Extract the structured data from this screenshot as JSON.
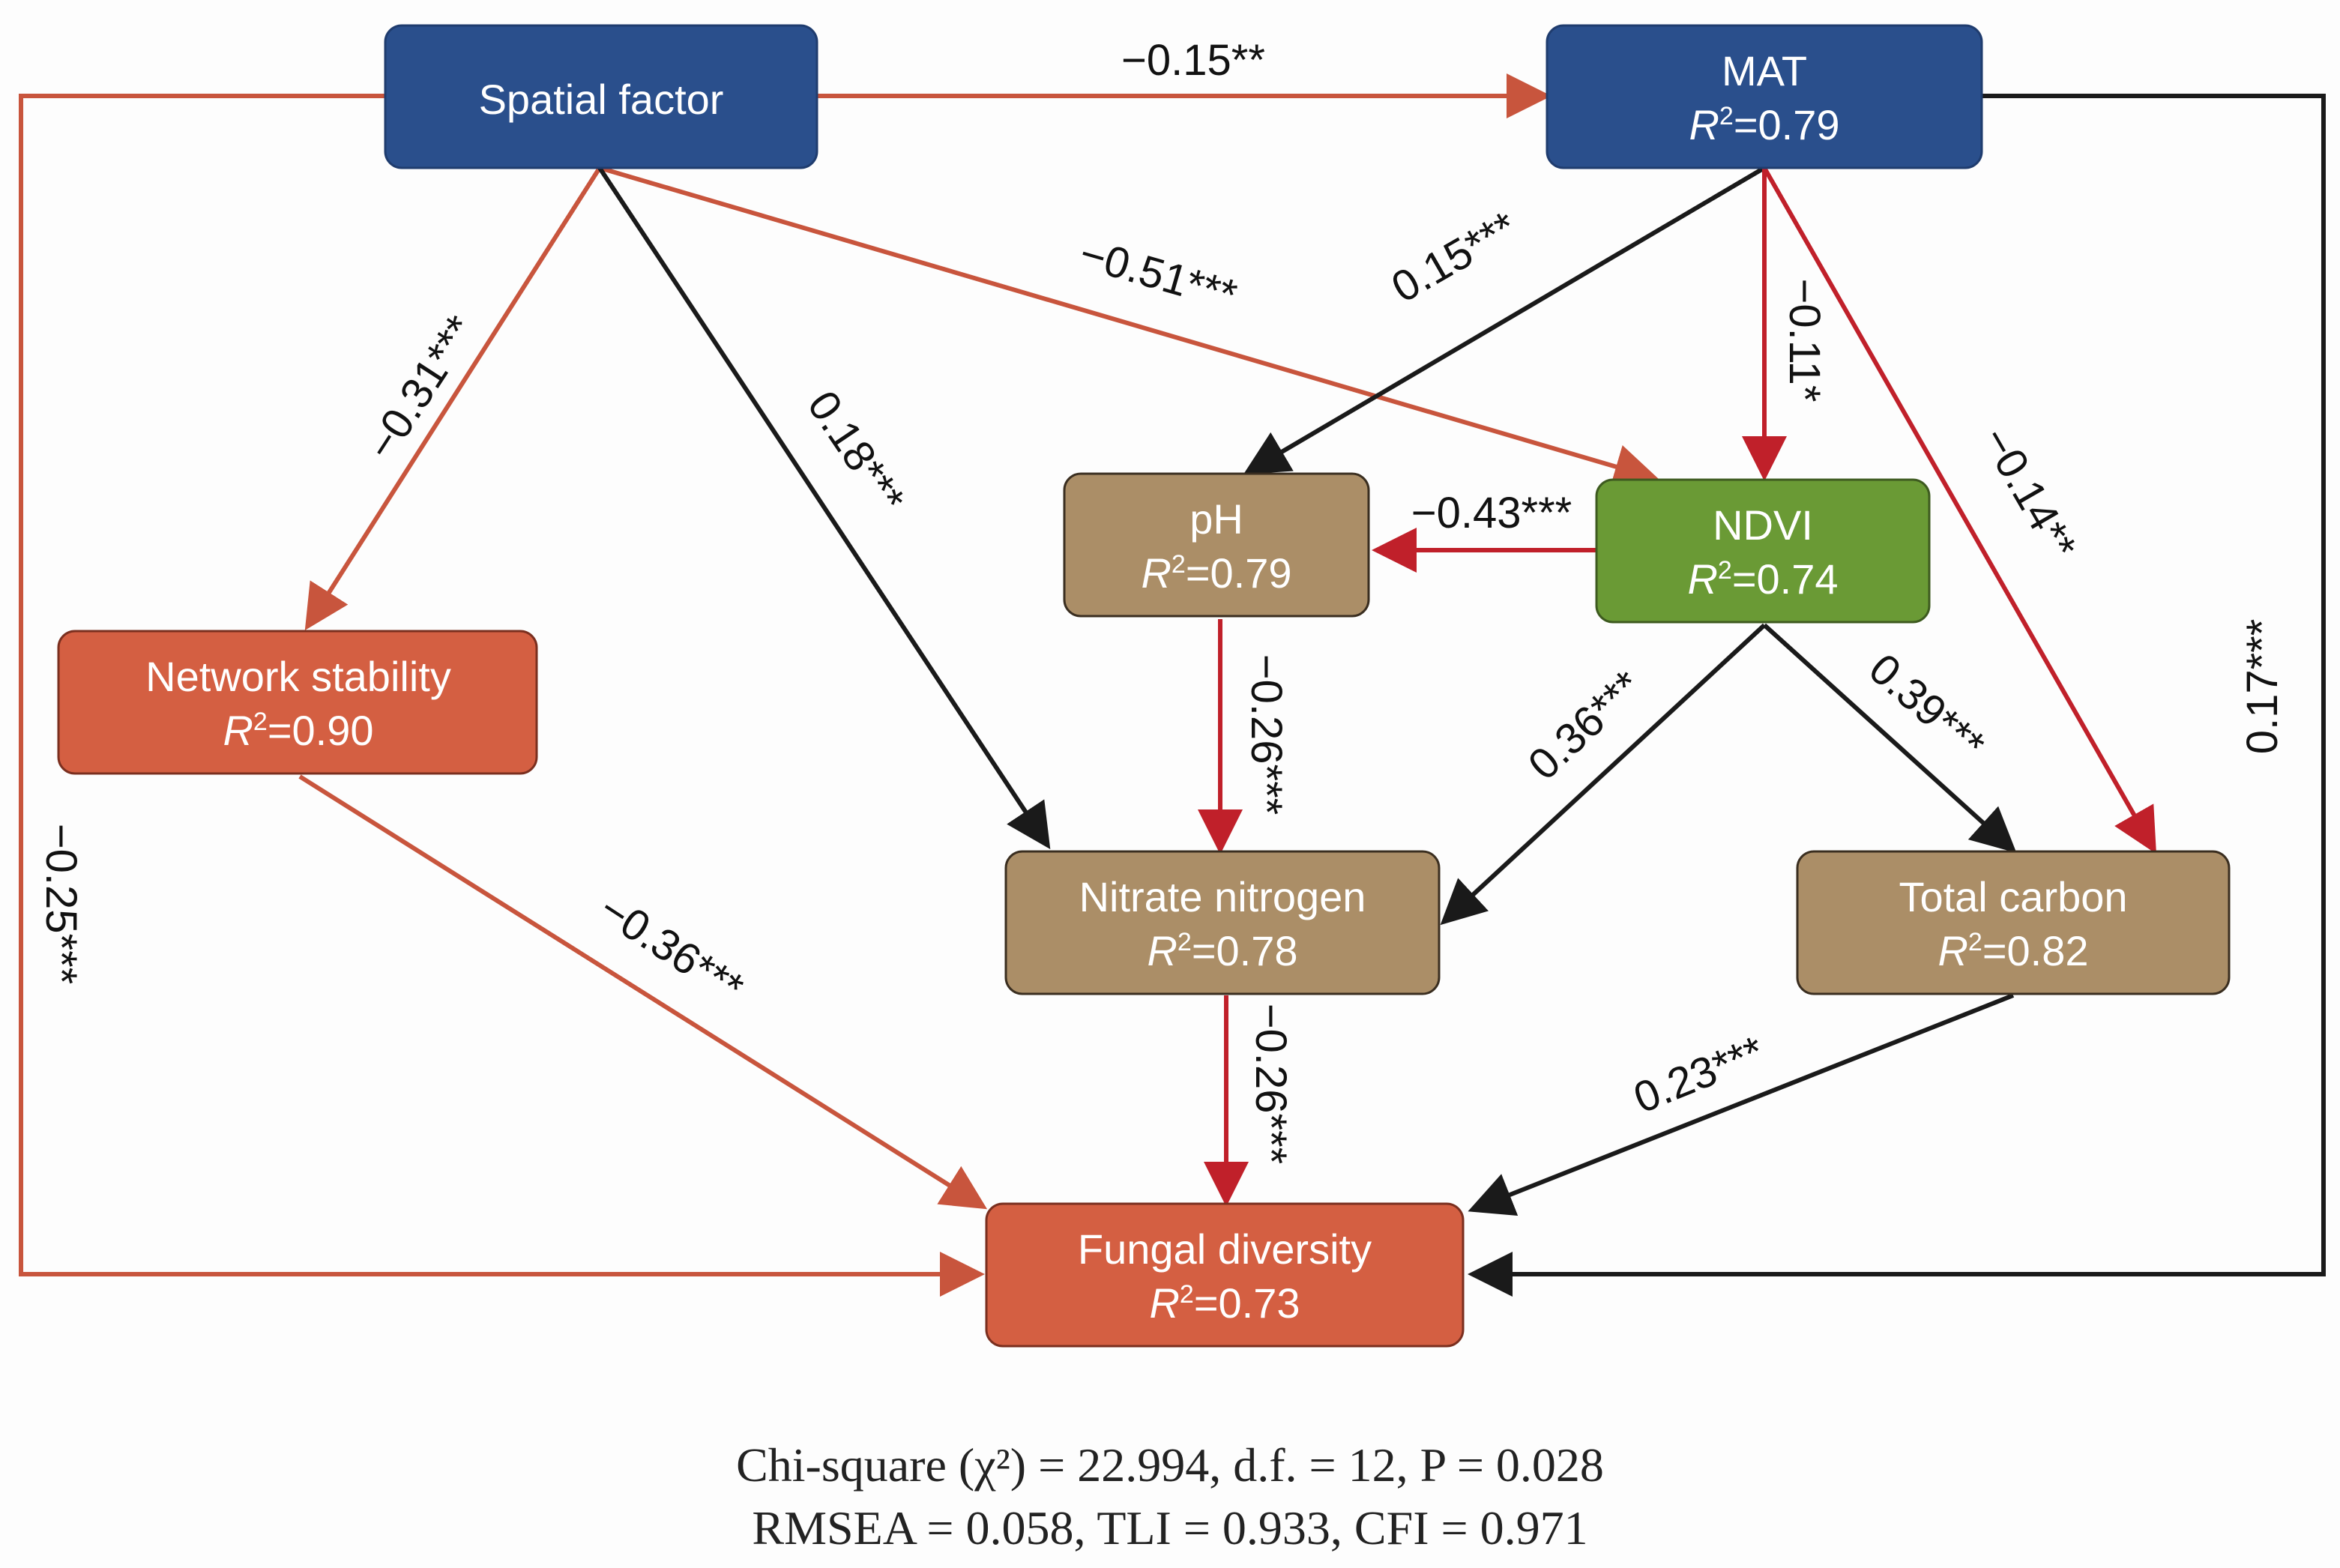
{
  "colors": {
    "spatial_blue": "#2a4f8c",
    "soil_brown": "#ab8e67",
    "ndvi_green": "#6a9a35",
    "response_orange": "#d45f42",
    "path_negative_orange": "#c8553d",
    "path_negative_red": "#c0202a",
    "path_positive": "#1a1a1a"
  },
  "nodes": {
    "spatial": {
      "label": "Spatial factor",
      "r2": ""
    },
    "mat": {
      "label": "MAT",
      "r2": "0.79"
    },
    "ph": {
      "label": "pH",
      "r2": "0.79"
    },
    "ndvi": {
      "label": "NDVI",
      "r2": "0.74"
    },
    "network": {
      "label": "Network stability",
      "r2": "0.90"
    },
    "nitrate": {
      "label": "Nitrate nitrogen",
      "r2": "0.78"
    },
    "carbon": {
      "label": "Total carbon",
      "r2": "0.82"
    },
    "fungal": {
      "label": "Fungal diversity",
      "r2": "0.73"
    }
  },
  "r2_prefix": "R",
  "r2_sup": "2",
  "r2_eq": "=",
  "paths": [
    {
      "id": "spatial-mat",
      "coef": "−0.15**"
    },
    {
      "id": "spatial-ndvi",
      "coef": "−0.51***"
    },
    {
      "id": "spatial-network",
      "coef": "−0.31***"
    },
    {
      "id": "spatial-nitrate",
      "coef": "0.18***"
    },
    {
      "id": "spatial-fungal",
      "coef": "−0.25***"
    },
    {
      "id": "mat-ph",
      "coef": "0.15***"
    },
    {
      "id": "mat-ndvi",
      "coef": "−0.11*"
    },
    {
      "id": "mat-carbon",
      "coef": "−0.14**"
    },
    {
      "id": "mat-fungal",
      "coef": "0.17***"
    },
    {
      "id": "ndvi-ph",
      "coef": "−0.43***"
    },
    {
      "id": "ph-nitrate",
      "coef": "−0.26***"
    },
    {
      "id": "ndvi-nitrate",
      "coef": "0.36***"
    },
    {
      "id": "ndvi-carbon",
      "coef": "0.39***"
    },
    {
      "id": "network-fungal",
      "coef": "−0.36***"
    },
    {
      "id": "nitrate-fungal",
      "coef": "−0.26***"
    },
    {
      "id": "carbon-fungal",
      "coef": "0.23***"
    }
  ],
  "fit": {
    "line1": "Chi-square (χ²) = 22.994, d.f. = 12, P = 0.028",
    "line2": "RMSEA = 0.058, TLI = 0.933, CFI = 0.971"
  }
}
